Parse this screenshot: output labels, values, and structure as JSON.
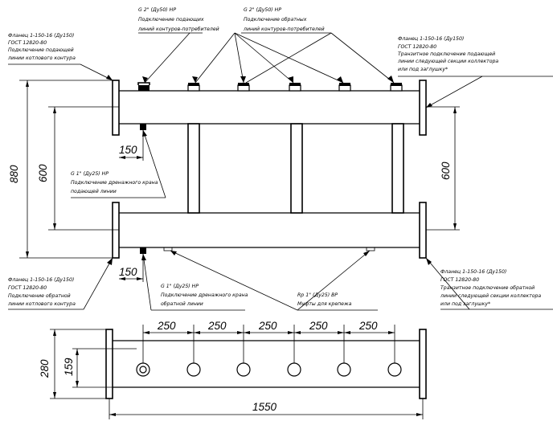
{
  "notes": {
    "top_supply_nozzles": [
      "G 2\" (Ду50) НР",
      "Подключение подающих",
      "линий контуров-потребителей"
    ],
    "top_return_nozzles": [
      "G 2\" (Ду50) НР",
      "Подключение обратных",
      "линий контуров-потребителей"
    ],
    "left_top_flange": [
      "Фланец 1-150-16 (Ду150)",
      "ГОСТ 12820-80",
      "Подключение подающей",
      "линии котлового контура"
    ],
    "right_top_flange": [
      "Фланец 1-150-16 (Ду150)",
      "ГОСТ 12820-80",
      "Транзитное подключение подающей",
      "линии следующей секции коллектора",
      "или под заглушку*"
    ],
    "drain_supply": [
      "G 1\" (Ду25) НР",
      "Подключение дренажного крана",
      "подающей линии"
    ],
    "left_bottom_flange": [
      "Фланец 1-150-16 (Ду150)",
      "ГОСТ 12820-80",
      "Подключение обратной",
      "линии котлового контура"
    ],
    "drain_return": [
      "G 1\" (Ду25) НР",
      "Подключение дренажного крана",
      "обратной линии"
    ],
    "mount_couplings": [
      "Rp 1\" (Ду25) ВР",
      "Муфты для крепежа"
    ],
    "right_bottom_flange": [
      "Фланец 1-150-16 (Ду150)",
      "ГОСТ 12820-80",
      "Транзитное подключение обратной",
      "линии следующей секции коллектора",
      "или под заглушку*"
    ]
  },
  "dimensions": {
    "overall_height": "880",
    "left_header_spacing": "600",
    "right_header_spacing": "600",
    "drain_offset_top": "150",
    "drain_offset_bottom": "150",
    "nozzle_pitch": [
      "250",
      "250",
      "250",
      "250",
      "250"
    ],
    "section_height": "280",
    "inner_height": "159",
    "overall_length": "1550"
  }
}
